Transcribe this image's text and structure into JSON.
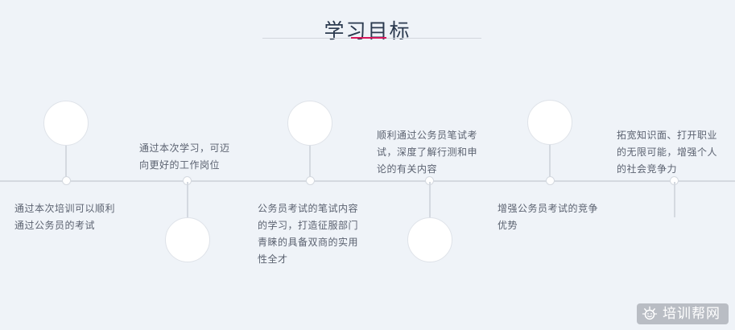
{
  "page": {
    "background_color": "#eff3f8"
  },
  "header": {
    "title": "学习目标",
    "rule_color": "#d3d7dd",
    "accent_color": "#d6185c"
  },
  "timeline": {
    "axis_color": "#d4d9e0",
    "node_fill": "#ffffff",
    "node_border": "#dfe3e9",
    "nodes": [
      {
        "index": 1,
        "position": "above",
        "caption": "通过本次培训可以顺利通过公务员的考试"
      },
      {
        "index": 2,
        "position": "below",
        "caption": "通过本次学习，可迈向更好的工作岗位"
      },
      {
        "index": 3,
        "position": "above",
        "caption": "公务员考试的笔试内容的学习，打造征服部门青睐的具备双商的实用性全才"
      },
      {
        "index": 4,
        "position": "below",
        "caption": "顺利通过公务员笔试考试，深度了解行测和申论的有关内容"
      },
      {
        "index": 5,
        "position": "above",
        "caption": "增强公务员考试的竞争优势"
      },
      {
        "index": 6,
        "position": "below",
        "caption": "拓宽知识面、打开职业的无限可能，增强个人的社会竞争力"
      }
    ]
  },
  "watermark": {
    "label": "培训帮网",
    "icon": "sun-face-icon",
    "background_color": "#b9bdc4",
    "text_color": "#ffffff"
  }
}
